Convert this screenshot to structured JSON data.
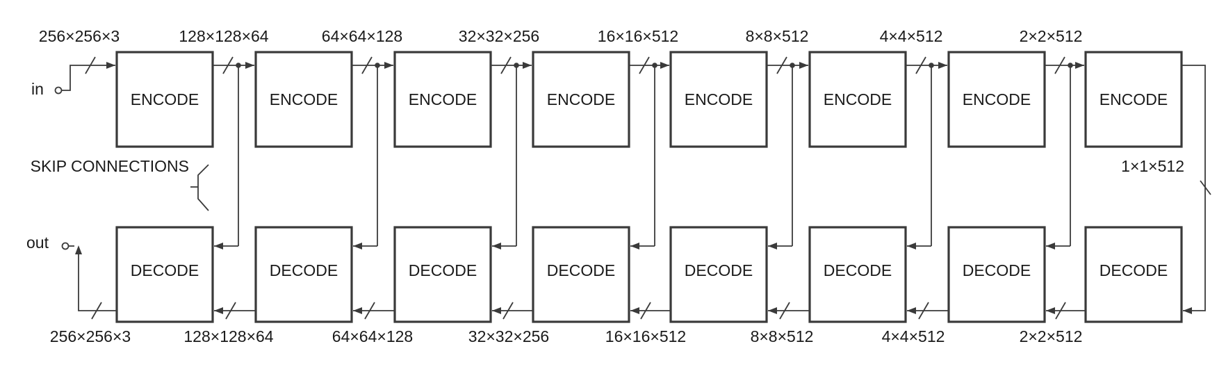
{
  "diagram": {
    "input_label": "in",
    "output_label": "out",
    "skip_label": "SKIP CONNECTIONS",
    "bottleneck_label": "1×1×512",
    "encoder": {
      "block_label": "ENCODE",
      "count": 8,
      "dims": [
        "256×256×3",
        "128×128×64",
        "64×64×128",
        "32×32×256",
        "16×16×512",
        "8×8×512",
        "4×4×512",
        "2×2×512"
      ]
    },
    "decoder": {
      "block_label": "DECODE",
      "count": 8,
      "dims": [
        "256×256×3",
        "128×128×64",
        "64×64×128",
        "32×32×256",
        "16×16×512",
        "8×8×512",
        "4×4×512",
        "2×2×512"
      ]
    }
  }
}
